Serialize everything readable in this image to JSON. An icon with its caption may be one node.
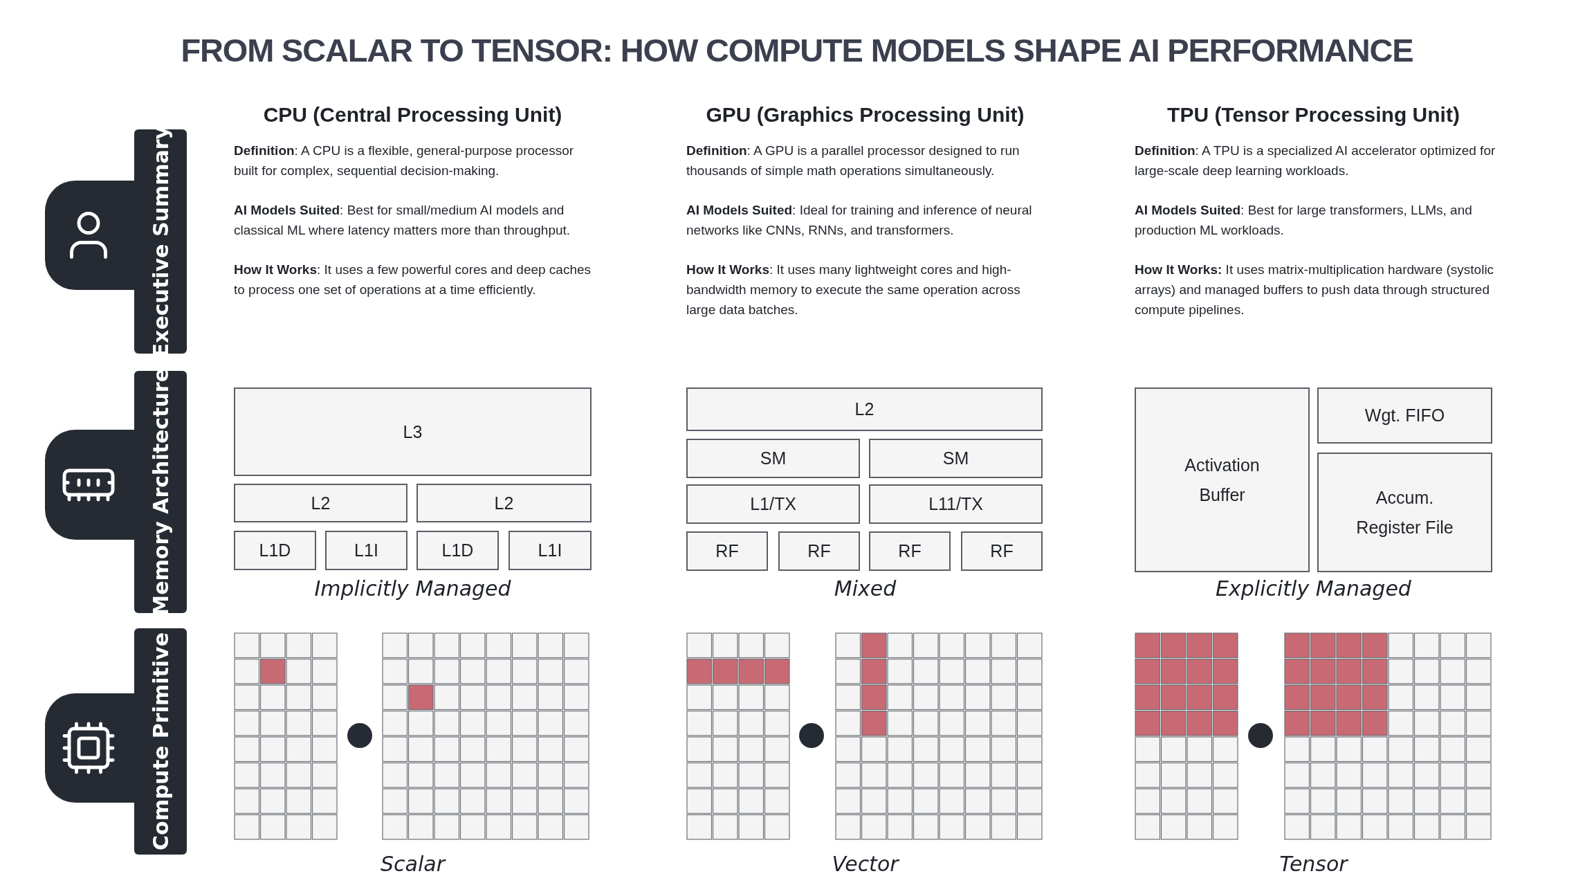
{
  "diagram": {
    "title": "FROM SCALAR TO TENSOR: HOW COMPUTE MODELS SHAPE AI PERFORMANCE",
    "nodes": [
      {
        "text": [
          "Executive Summary"
        ]
      },
      {
        "text": [
          "Memory Architecture"
        ]
      },
      {
        "text": [
          "Compute Primitive"
        ]
      },
      {
        "text": [
          "L3"
        ]
      },
      {
        "text": [
          "L2"
        ]
      },
      {
        "text": [
          "L2"
        ]
      },
      {
        "text": [
          "L1D"
        ]
      },
      {
        "text": [
          "L1I"
        ]
      },
      {
        "text": [
          "L1D"
        ]
      },
      {
        "text": [
          "L1I"
        ]
      },
      {
        "text": [
          "L2"
        ]
      },
      {
        "text": [
          "SM"
        ]
      },
      {
        "text": [
          "SM"
        ]
      },
      {
        "text": [
          "L1/TX"
        ]
      },
      {
        "text": [
          "L11/TX"
        ]
      },
      {
        "text": [
          "RF"
        ]
      },
      {
        "text": [
          "RF"
        ]
      },
      {
        "text": [
          "RF"
        ]
      },
      {
        "text": [
          "RF"
        ]
      },
      {
        "text": [
          "Activation Buffer"
        ]
      },
      {
        "text": [
          "Wgt. FIFO"
        ]
      },
      {
        "text": [
          "Accum. Register File"
        ]
      }
    ],
    "edges": [],
    "labels": [
      "CPU (Central Processing Unit)",
      "GPU (Graphics Processing Unit)",
      "TPU (Tensor Processing Unit)",
      "**Definition**: A CPU is a flexible, general-purpose processor built for complex, sequential decision-making.",
      "**AI Models Suited**: Best for small/medium AI models and classical ML where latency matters more than throughput.",
      "**How It Works**: It uses a few powerful cores and deep caches to process one set of operations at a time efficiently.",
      "**Definition**: A GPU is a parallel processor designed to run thousands of simple math operations simultaneously.",
      "**AI Models Suited**: Ideal for training and inference of neural networks like CNNs, RNNs, and transformers.",
      "**How It Works**: It uses many lightweight cores and high-bandwidth memory to execute the same operation across large data batches.",
      "**Definition**: A TPU is a specialized AI accelerator optimized for large-scale deep learning workloads.",
      "**AI Models Suited**: Best for large transformers, LLMs, and production ML workloads.",
      "**How It Works:** It uses matrix-multiplication hardware (systolic arrays) and managed buffers to push data through structured compute pipelines.",
      "Implicitly Managed",
      "Mixed",
      "Explicitly Managed",
      "Scalar",
      "Vector",
      "Tensor"
    ]
  }
}
